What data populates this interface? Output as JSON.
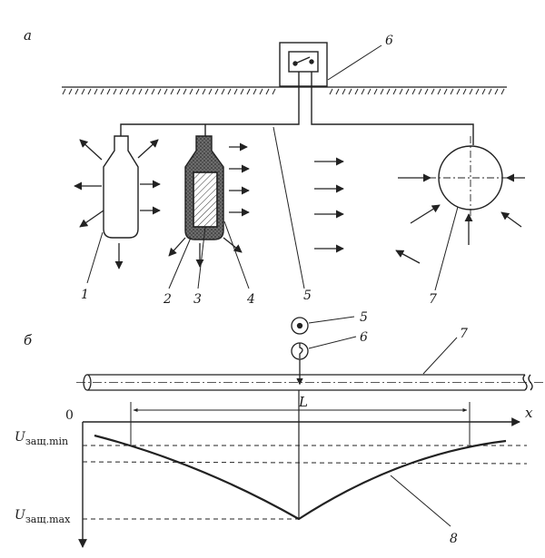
{
  "figure": {
    "panel_a_label": "а",
    "panel_b_label": "б"
  },
  "panel_a": {
    "callouts": [
      "1",
      "2",
      "3",
      "4",
      "5",
      "6",
      "7"
    ]
  },
  "panel_b": {
    "callouts": [
      "5",
      "6",
      "7",
      "8"
    ],
    "span_label": "L",
    "origin_label": "0",
    "x_axis_label": "x",
    "u_min_label": "U",
    "u_min_sub": "защ.min",
    "u_max_label": "U",
    "u_max_sub": "защ.max"
  }
}
